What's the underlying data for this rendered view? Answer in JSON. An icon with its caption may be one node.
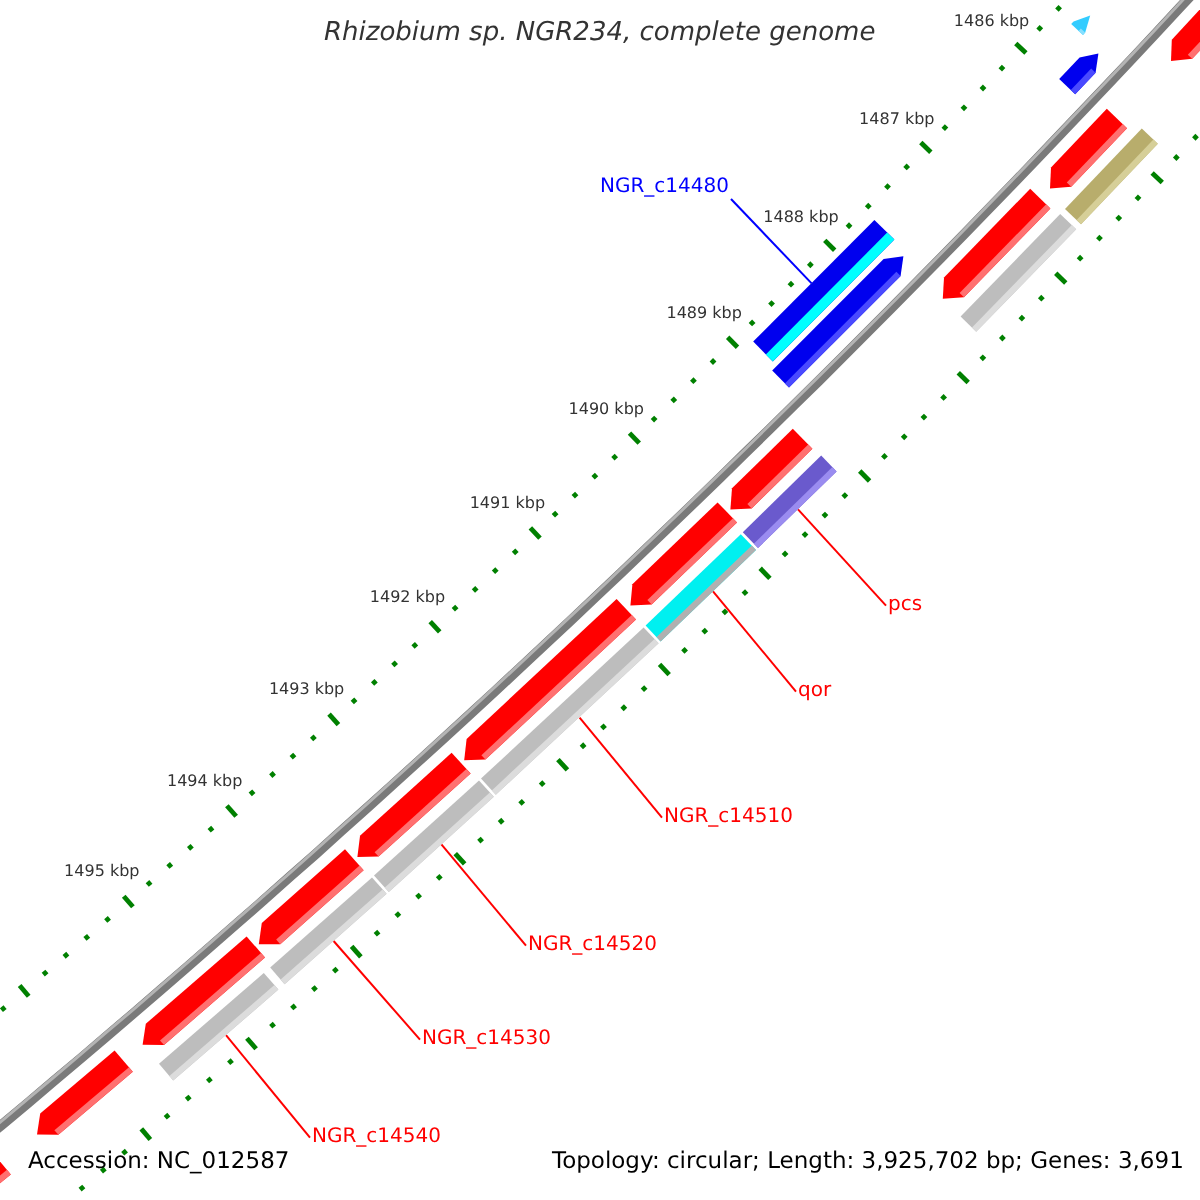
{
  "diagram": {
    "title": "Rhizobium sp. NGR234, complete genome",
    "nodes": [
      {
        "text": [
          "NGR_c14480"
        ]
      },
      {
        "text": [],
        "shape": "bar"
      },
      {
        "text": [
          "pcs"
        ]
      },
      {
        "text": [],
        "shape": "bar"
      },
      {
        "text": [
          "qor"
        ]
      },
      {
        "text": [],
        "shape": "bar"
      },
      {
        "text": [
          "NGR_c14510"
        ]
      },
      {
        "text": [],
        "shape": "bar"
      },
      {
        "text": [
          "NGR_c14520"
        ]
      },
      {
        "text": [],
        "shape": "bar"
      },
      {
        "text": [
          "NGR_c14530"
        ]
      },
      {
        "text": [],
        "shape": "bar"
      },
      {
        "text": [
          "NGR_c14540"
        ]
      },
      {
        "text": [],
        "shape": "bar"
      },
      {
        "text": [],
        "shape": "arrow"
      },
      {
        "text": [],
        "shape": "arrow"
      },
      {
        "text": [],
        "shape": "arrow"
      },
      {
        "text": [],
        "shape": "bar"
      },
      {
        "text": [],
        "shape": "arrow"
      },
      {
        "text": [],
        "shape": "bar"
      },
      {
        "text": [],
        "shape": "arrow"
      },
      {
        "text": [],
        "shape": "arrow"
      },
      {
        "text": [],
        "shape": "arrow"
      },
      {
        "text": [],
        "shape": "arrow"
      },
      {
        "text": [],
        "shape": "arrow"
      },
      {
        "text": [],
        "shape": "arrow"
      },
      {
        "text": [],
        "shape": "arrow"
      },
      {
        "text": [],
        "shape": "arrow"
      },
      {
        "text": [],
        "shape": "arrow"
      },
      {
        "text": [],
        "shape": "arrow"
      }
    ],
    "edges": [
      {
        "from": 0,
        "to": 1,
        "arrow": "none",
        "color": "#0000ff"
      },
      {
        "from": 2,
        "to": 3,
        "arrow": "none"
      },
      {
        "from": 4,
        "to": 5,
        "arrow": "none"
      },
      {
        "from": 6,
        "to": 7,
        "arrow": "none"
      },
      {
        "from": 8,
        "to": 9,
        "arrow": "none"
      },
      {
        "from": 10,
        "to": 11,
        "arrow": "none"
      },
      {
        "from": 12,
        "to": 13,
        "arrow": "none"
      }
    ],
    "labels": [
      "1486 kbp",
      "1487 kbp",
      "1488 kbp",
      "1489 kbp",
      "1490 kbp",
      "1491 kbp",
      "1492 kbp",
      "1493 kbp",
      "1494 kbp",
      "1495 kbp",
      "Accession: NC_012587",
      "Topology: circular; Length: 3,925,702 bp; Genes: 3,691"
    ]
  }
}
